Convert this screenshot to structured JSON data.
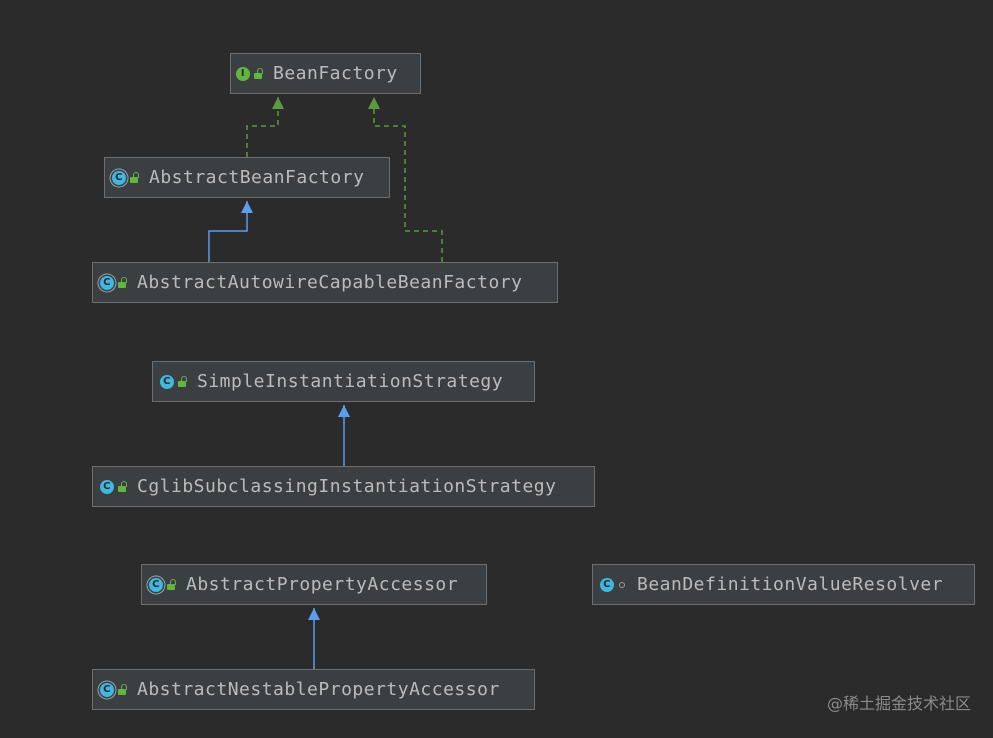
{
  "diagram": {
    "nodes": [
      {
        "id": "bean-factory",
        "label": "BeanFactory",
        "kind": "interface",
        "kind_letter": "I",
        "visibility": "public"
      },
      {
        "id": "abstract-bean-factory",
        "label": "AbstractBeanFactory",
        "kind": "abstract",
        "kind_letter": "C",
        "visibility": "public"
      },
      {
        "id": "abstract-autowire-capable-bean-factory",
        "label": "AbstractAutowireCapableBeanFactory",
        "kind": "abstract",
        "kind_letter": "C",
        "visibility": "public"
      },
      {
        "id": "simple-instantiation-strategy",
        "label": "SimpleInstantiationStrategy",
        "kind": "class",
        "kind_letter": "C",
        "visibility": "public"
      },
      {
        "id": "cglib-subclassing-instantiation-strategy",
        "label": "CglibSubclassingInstantiationStrategy",
        "kind": "class",
        "kind_letter": "C",
        "visibility": "public"
      },
      {
        "id": "abstract-property-accessor",
        "label": "AbstractPropertyAccessor",
        "kind": "abstract",
        "kind_letter": "C",
        "visibility": "public"
      },
      {
        "id": "bean-definition-value-resolver",
        "label": "BeanDefinitionValueResolver",
        "kind": "class",
        "kind_letter": "C",
        "visibility": "package"
      },
      {
        "id": "abstract-nestable-property-accessor",
        "label": "AbstractNestablePropertyAccessor",
        "kind": "abstract",
        "kind_letter": "C",
        "visibility": "public"
      }
    ],
    "edges": [
      {
        "from": "abstract-bean-factory",
        "to": "bean-factory",
        "type": "implements"
      },
      {
        "from": "abstract-autowire-capable-bean-factory",
        "to": "bean-factory",
        "type": "implements"
      },
      {
        "from": "abstract-autowire-capable-bean-factory",
        "to": "abstract-bean-factory",
        "type": "extends"
      },
      {
        "from": "cglib-subclassing-instantiation-strategy",
        "to": "simple-instantiation-strategy",
        "type": "extends"
      },
      {
        "from": "abstract-nestable-property-accessor",
        "to": "abstract-property-accessor",
        "type": "extends"
      }
    ],
    "colors": {
      "background": "#2b2b2b",
      "node_fill": "#3c3f41",
      "node_border": "#6e6e6e",
      "text": "#bbbbbb",
      "extends_edge": "#5c9ded",
      "implements_edge": "#5b9b3f"
    }
  },
  "watermark": "@稀土掘金技术社区"
}
